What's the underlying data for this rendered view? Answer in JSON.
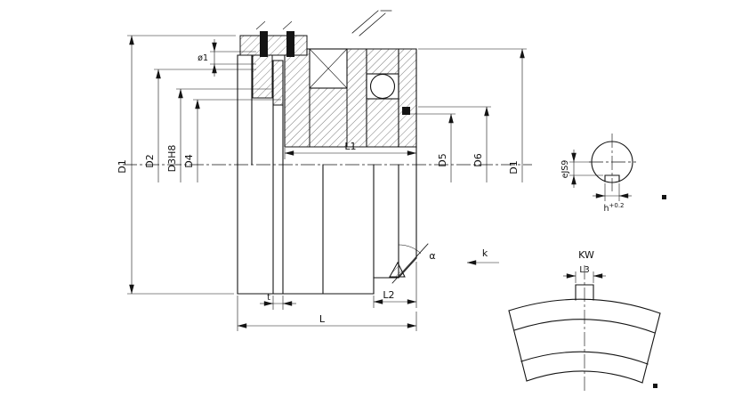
{
  "drawing": {
    "type": "technical-section-drawing",
    "main_view": {
      "left_diameter_dims": [
        "D1",
        "D2",
        "D3H8",
        "D4"
      ],
      "right_diameter_dims": [
        "D5",
        "D6",
        "D1"
      ],
      "length_dims": {
        "l1": "L1",
        "l2": "L2",
        "l_total": "L",
        "t_slot": "t"
      },
      "small_dims": {
        "phi": "ø1",
        "angle": "α"
      },
      "view_arrow": "k"
    },
    "shaft_end_detail": {
      "keyway_width": "eJS9",
      "keyway_height_base": "h",
      "keyway_height_tol": "+0.2"
    },
    "keyway_sector_view": {
      "title": "KW",
      "slot_width": "L3"
    }
  }
}
